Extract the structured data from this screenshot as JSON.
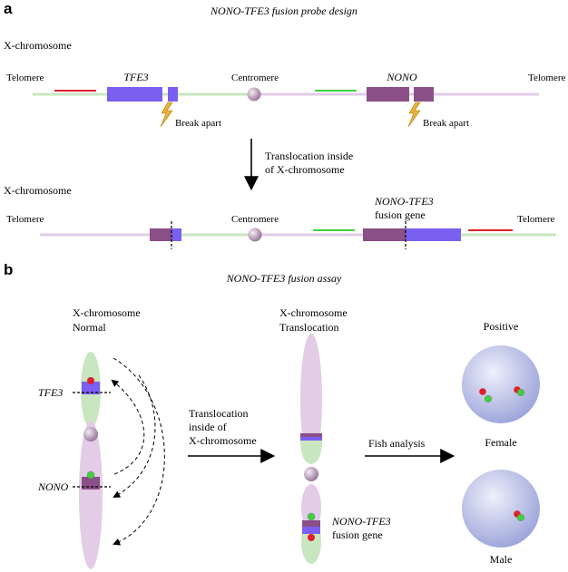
{
  "panel_a": {
    "label": "a",
    "title": "NONO-TFE3 fusion probe design",
    "chrom_top_label": "X-chromosome",
    "telomere_left": "Telomere",
    "telomere_right": "Telomere",
    "gene_tfe3": "TFE3",
    "gene_nono": "NONO",
    "centromere": "Centromere",
    "break_apart": "Break apart",
    "translocation_line1": "Translocation inside",
    "translocation_line2": "of X-chromosome",
    "chrom_bottom_label": "X-chromosome",
    "telomere_left_2": "Telomere",
    "telomere_right_2": "Telomere",
    "centromere_2": "Centromere",
    "fusion_gene_line1": "NONO-TFE3",
    "fusion_gene_line2": "fusion gene"
  },
  "panel_b": {
    "label": "b",
    "title": "NONO-TFE3 fusion  assay",
    "normal_line1": "X-chromosome",
    "normal_line2": "Normal",
    "tfe3_label": "TFE3",
    "nono_label": "NONO",
    "translocation_line1": "Translocation",
    "translocation_line2": "inside of",
    "translocation_line3": "X-chromosome",
    "translocated_line1": "X-chromosome",
    "translocated_line2": "Translocation",
    "fish_analysis": "Fish analysis",
    "fusion_line1": "NONO-TFE3",
    "fusion_line2": "fusion gene",
    "positive": "Positive",
    "female": "Female",
    "male": "Male"
  },
  "colors": {
    "green_line": "#c8e6c0",
    "pink_line": "#e2cce6",
    "tfe3_blue": "#7b5ff0",
    "nono_purple": "#8a4f86",
    "red_probe": "#e0202a",
    "green_probe": "#3dd13d",
    "bolt": "#e8b23a",
    "nucleus": "#b8bee6"
  }
}
